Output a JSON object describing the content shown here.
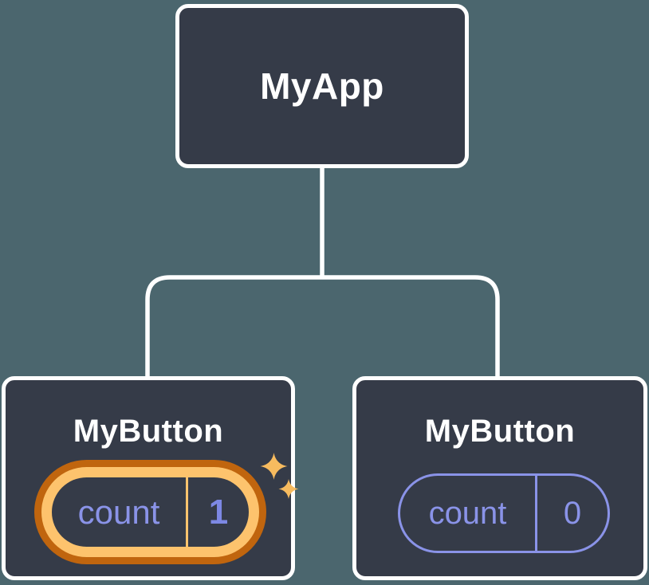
{
  "diagram": {
    "title_hint": "component-tree-state-diagram",
    "colors": {
      "background": "#4b666e",
      "node_fill": "#353b48",
      "node_border": "#ffffff",
      "connector": "#ffffff",
      "state_purple": "#8a93e8",
      "state_value_purple": "#7d88e4",
      "highlight_orange_dark": "#c0650e",
      "highlight_orange_light": "#fdc36d",
      "sparkle": "#f7bb5f"
    },
    "root": {
      "label": "MyApp"
    },
    "children": [
      {
        "label": "MyButton",
        "state_key": "count",
        "state_value": "1",
        "highlighted": true
      },
      {
        "label": "MyButton",
        "state_key": "count",
        "state_value": "0",
        "highlighted": false
      }
    ]
  }
}
